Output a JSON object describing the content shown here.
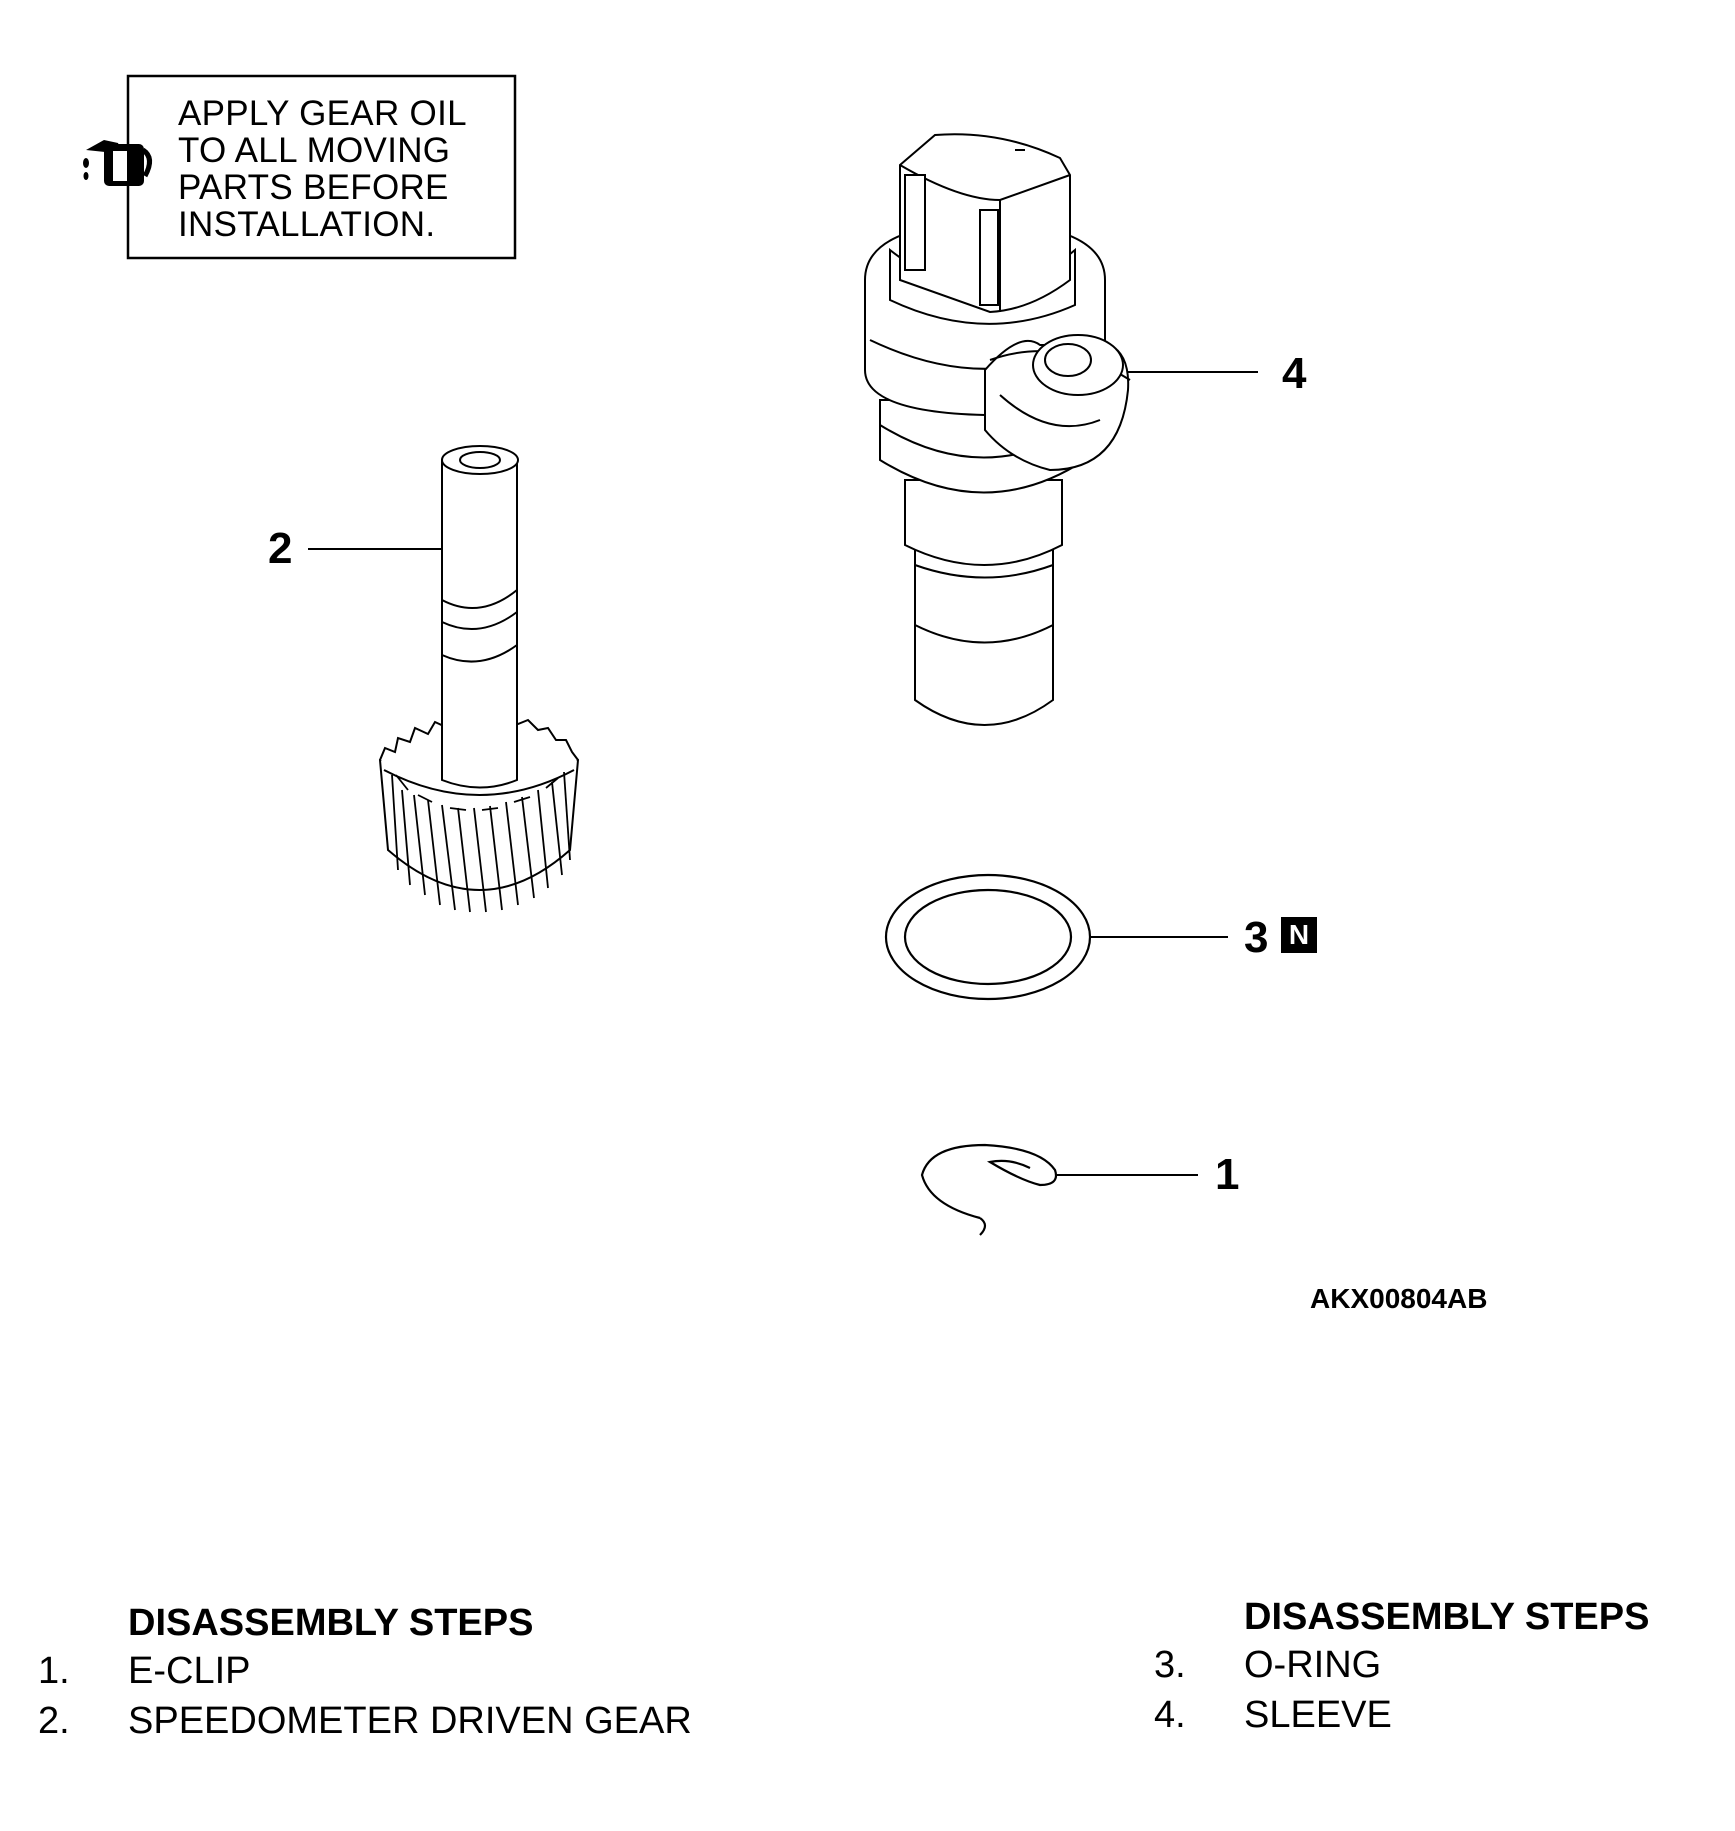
{
  "note": {
    "lines": [
      "APPLY GEAR OIL",
      "TO ALL MOVING",
      "PARTS BEFORE",
      "INSTALLATION."
    ],
    "icon": "oil-can-icon"
  },
  "callouts": {
    "c1": "1",
    "c2": "2",
    "c3": "3",
    "c4": "4",
    "new_badge": "N"
  },
  "figure_code": "AKX00804AB",
  "steps_left": {
    "heading": "DISASSEMBLY STEPS",
    "items": [
      {
        "num": "1.",
        "label": "E-CLIP"
      },
      {
        "num": "2.",
        "label": "SPEEDOMETER DRIVEN GEAR"
      }
    ]
  },
  "steps_right": {
    "heading": "DISASSEMBLY STEPS",
    "items": [
      {
        "num": "3.",
        "label": "O-RING"
      },
      {
        "num": "4.",
        "label": "SLEEVE"
      }
    ]
  }
}
